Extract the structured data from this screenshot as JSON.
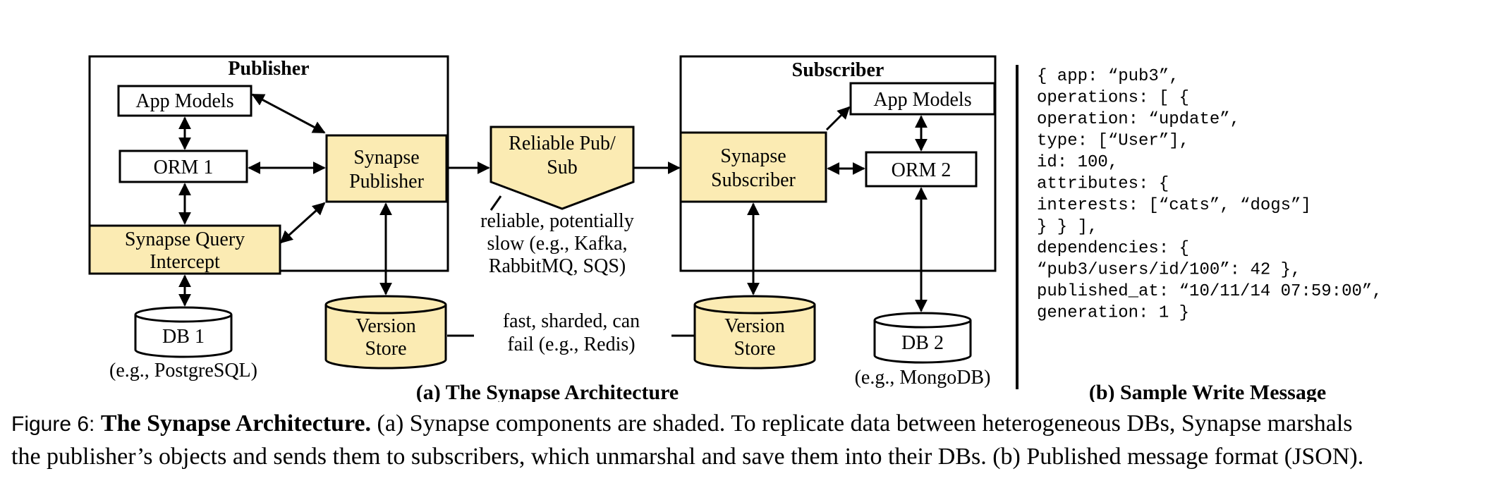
{
  "publisher": {
    "title": "Publisher",
    "app_models": "App Models",
    "orm": "ORM 1",
    "synapse_publisher": [
      "Synapse",
      "Publisher"
    ],
    "query_intercept": [
      "Synapse Query",
      "Intercept"
    ],
    "db": "DB 1",
    "db_example": "(e.g., PostgreSQL)",
    "version_store": [
      "Version",
      "Store"
    ]
  },
  "pubsub": {
    "label": [
      "Reliable Pub/",
      "Sub"
    ],
    "note": [
      "reliable, potentially",
      "slow (e.g., Kafka,",
      "RabbitMQ, SQS)"
    ]
  },
  "version_store_note": [
    "fast, sharded, can",
    "fail (e.g., Redis)"
  ],
  "subscriber": {
    "title": "Subscriber",
    "app_models": "App Models",
    "orm": "ORM 2",
    "synapse_subscriber": [
      "Synapse",
      "Subscriber"
    ],
    "db": "DB 2",
    "db_example": "(e.g., MongoDB)",
    "version_store": [
      "Version",
      "Store"
    ]
  },
  "subcaption_a": "(a) The Synapse Architecture",
  "subcaption_b": "(b) Sample Write Message",
  "message_lines": [
    "{ app: “pub3”,",
    "  operations: [ {",
    "    operation: “update”,",
    "    type: [“User”],",
    "    id: 100,",
    "    attributes: {",
    "      interests: [“cats”, “dogs”]",
    "    } } ],",
    "  dependencies: {",
    "    “pub3/users/id/100”: 42 },",
    "  published_at: “10/11/14 07:59:00”,",
    "  generation: 1 }"
  ],
  "caption": {
    "figure_label": "Figure 6:",
    "title": "The Synapse Architecture.",
    "line1_rest": " (a) Synapse components are shaded. To replicate data between heterogeneous DBs, Synapse marshals",
    "line2": "the publisher’s objects and sends them to subscribers, which unmarshal and save them into their DBs. (b) Published message format (JSON)."
  },
  "colors": {
    "shade": "#FBEBB3",
    "line": "#000000"
  }
}
